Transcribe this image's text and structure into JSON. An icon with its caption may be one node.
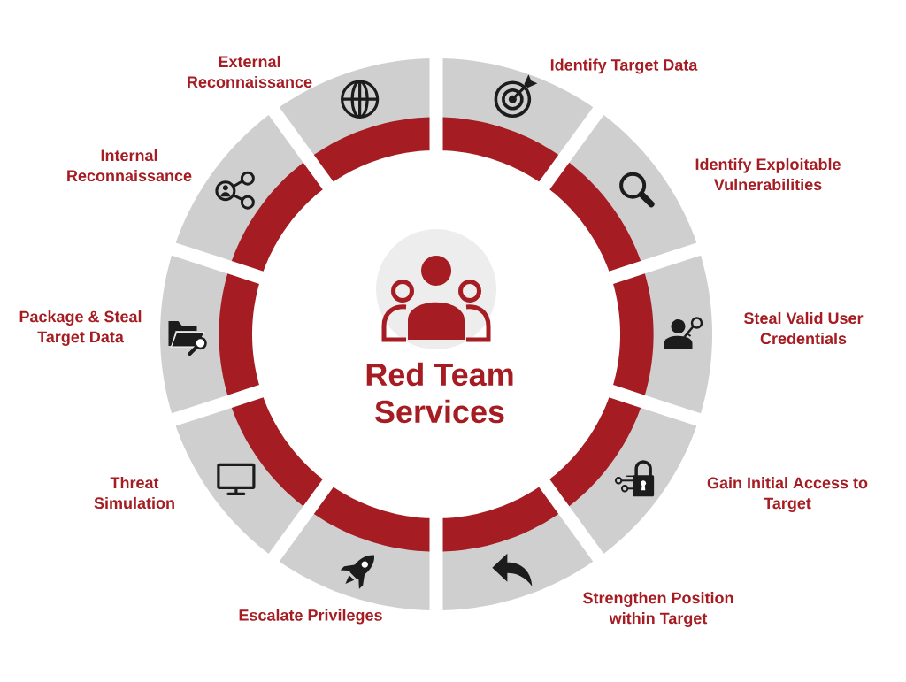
{
  "diagram": {
    "nodes": [
      {
        "text": [
          "Red Team Services"
        ]
      },
      {
        "text": [
          "External Reconnaissance"
        ]
      },
      {
        "text": [
          "Identify Target Data"
        ]
      },
      {
        "text": [
          "Identify Exploitable Vulnerabilities"
        ]
      },
      {
        "text": [
          "Steal Valid User Credentials"
        ]
      },
      {
        "text": [
          "Gain Initial Access to Target"
        ]
      },
      {
        "text": [
          "Strengthen Position within Target"
        ]
      },
      {
        "text": [
          "Escalate Privileges"
        ]
      },
      {
        "text": [
          "Threat Simulation"
        ]
      },
      {
        "text": [
          "Package & Steal Target Data"
        ]
      },
      {
        "text": [
          "Internal Reconnaissance"
        ]
      }
    ]
  }
}
